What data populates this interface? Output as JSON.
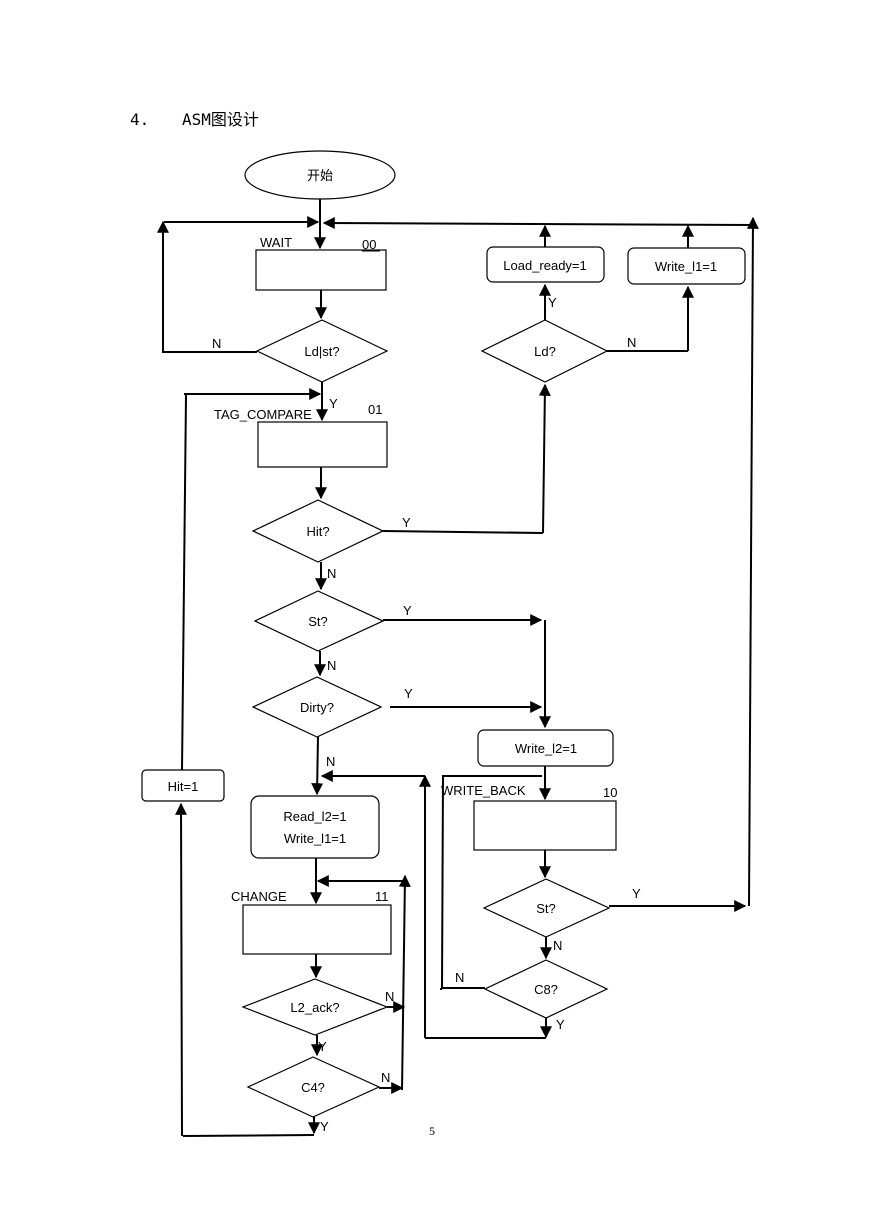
{
  "heading": {
    "number": "4.",
    "title": "ASM图设计"
  },
  "start": "开始",
  "states": {
    "wait": {
      "name": "WAIT",
      "code": "00"
    },
    "tag_compare": {
      "name": "TAG_COMPARE",
      "code": "01"
    },
    "write_back": {
      "name": "WRITE_BACK",
      "code": "10"
    },
    "change": {
      "name": "CHANGE",
      "code": "11"
    }
  },
  "decisions": {
    "ld_st": "Ld|st?",
    "ld": "Ld?",
    "hit": "Hit?",
    "st": "St?",
    "dirty": "Dirty?",
    "st2": "St?",
    "c8": "C8?",
    "l2_ack": "L2_ack?",
    "c4": "C4?"
  },
  "outputs": {
    "load_ready": "Load_ready=1",
    "write_l1": "Write_l1=1",
    "write_l2": "Write_l2=1",
    "hit1": "Hit=1",
    "read_l2": "Read_l2=1",
    "write_l1b": "Write_l1=1"
  },
  "branch_labels": {
    "yes": "Y",
    "no": "N"
  },
  "page_number": "5"
}
